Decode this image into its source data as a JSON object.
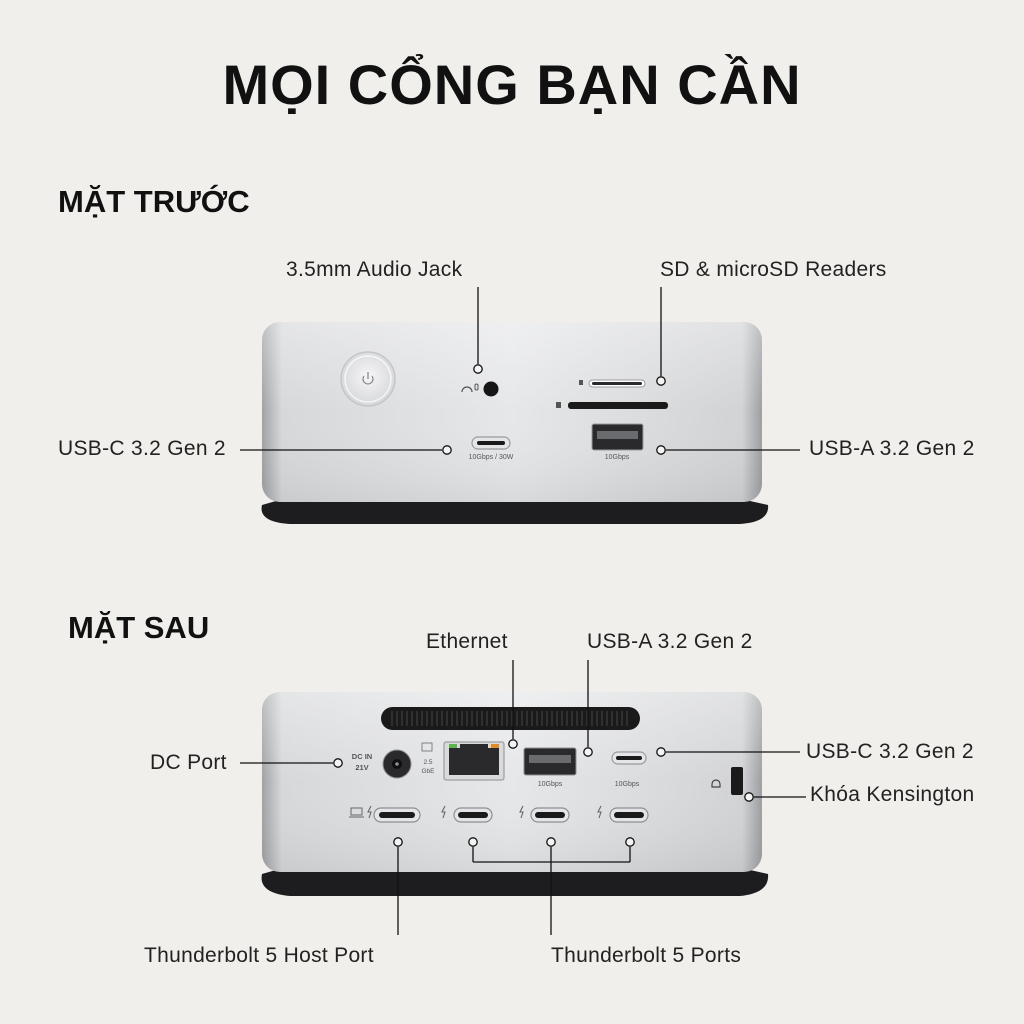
{
  "title": "MỌI CỔNG BẠN CẦN",
  "front": {
    "heading": "MẶT TRƯỚC",
    "labels": {
      "audio": "3.5mm Audio Jack",
      "sd": "SD & microSD Readers",
      "usbc": "USB-C 3.2 Gen 2",
      "usba": "USB-A 3.2 Gen 2"
    },
    "port_text": {
      "usbc_spec": "10Gbps / 30W",
      "usba_spec": "10Gbps"
    }
  },
  "back": {
    "heading": "MẶT SAU",
    "labels": {
      "ethernet": "Ethernet",
      "usba": "USB-A 3.2 Gen 2",
      "usbc": "USB-C 3.2 Gen 2",
      "dc": "DC Port",
      "kensington": "Khóa Kensington",
      "tb_host": "Thunderbolt 5 Host Port",
      "tb_ports": "Thunderbolt 5 Ports"
    },
    "port_text": {
      "dc_in": "DC IN",
      "dc_v": "21V",
      "eth_speed": "2.5",
      "eth_gbe": "GbE",
      "usba_spec": "10Gbps",
      "usbc_spec": "10Gbps"
    }
  },
  "colors": {
    "background": "#f1efeb",
    "chassis": "#d8d9db",
    "base": "#1d1d1f"
  }
}
